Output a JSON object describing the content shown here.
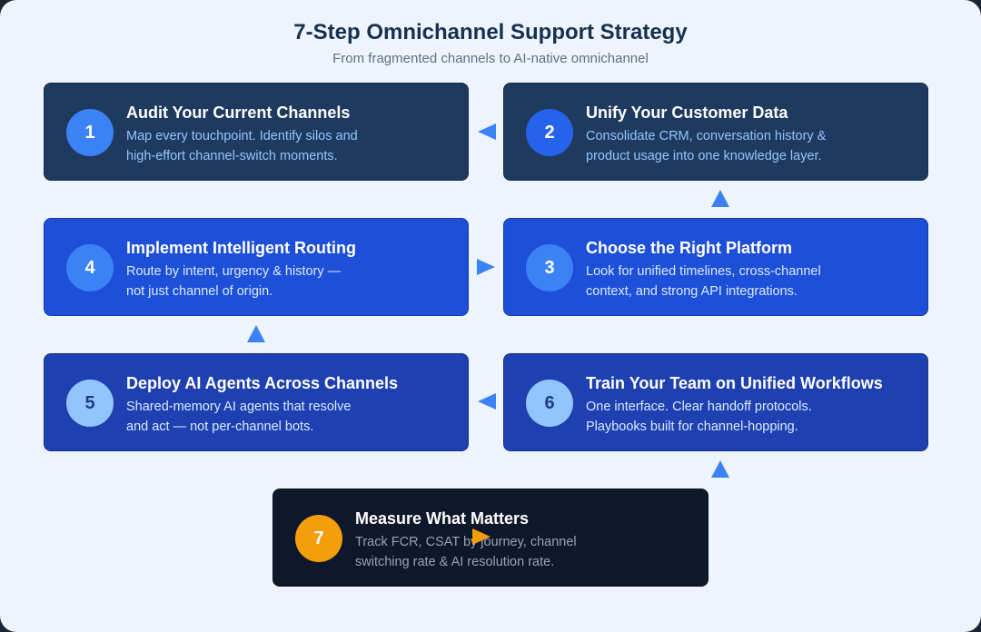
{
  "title": "7-Step Omnichannel Support Strategy",
  "subtitle": "From fragmented channels to AI-native omnichannel",
  "colors": {
    "background": "#eef4fc",
    "arrow": "#3b82f6",
    "card_dark_navy": "#1e3a5f",
    "card_blue": "#1d4fd8",
    "card_indigo": "#1f40b0",
    "card_black": "#0f172a",
    "badge_orange": "#f59e0b"
  },
  "steps": [
    {
      "number": "1",
      "title": "Audit Your Current Channels",
      "line1": "Map every touchpoint. Identify silos and",
      "line2": "high-effort channel-switch moments."
    },
    {
      "number": "2",
      "title": "Unify Your Customer Data",
      "line1": "Consolidate CRM, conversation history &",
      "line2": "product usage into one knowledge layer."
    },
    {
      "number": "3",
      "title": "Choose the Right Platform",
      "line1": "Look for unified timelines, cross-channel",
      "line2": "context, and strong API integrations."
    },
    {
      "number": "4",
      "title": "Implement Intelligent Routing",
      "line1": "Route by intent, urgency & history —",
      "line2": "not just channel of origin."
    },
    {
      "number": "5",
      "title": "Deploy AI Agents Across Channels",
      "line1": "Shared-memory AI agents that resolve",
      "line2": "and act — not per-channel bots."
    },
    {
      "number": "6",
      "title": "Train Your Team on Unified Workflows",
      "line1": "One interface. Clear handoff protocols.",
      "line2": "Playbooks built for channel-hopping."
    },
    {
      "number": "7",
      "title": "Measure What Matters",
      "line1": "Track FCR, CSAT by journey, channel",
      "line2": "switching rate & AI resolution rate."
    }
  ]
}
